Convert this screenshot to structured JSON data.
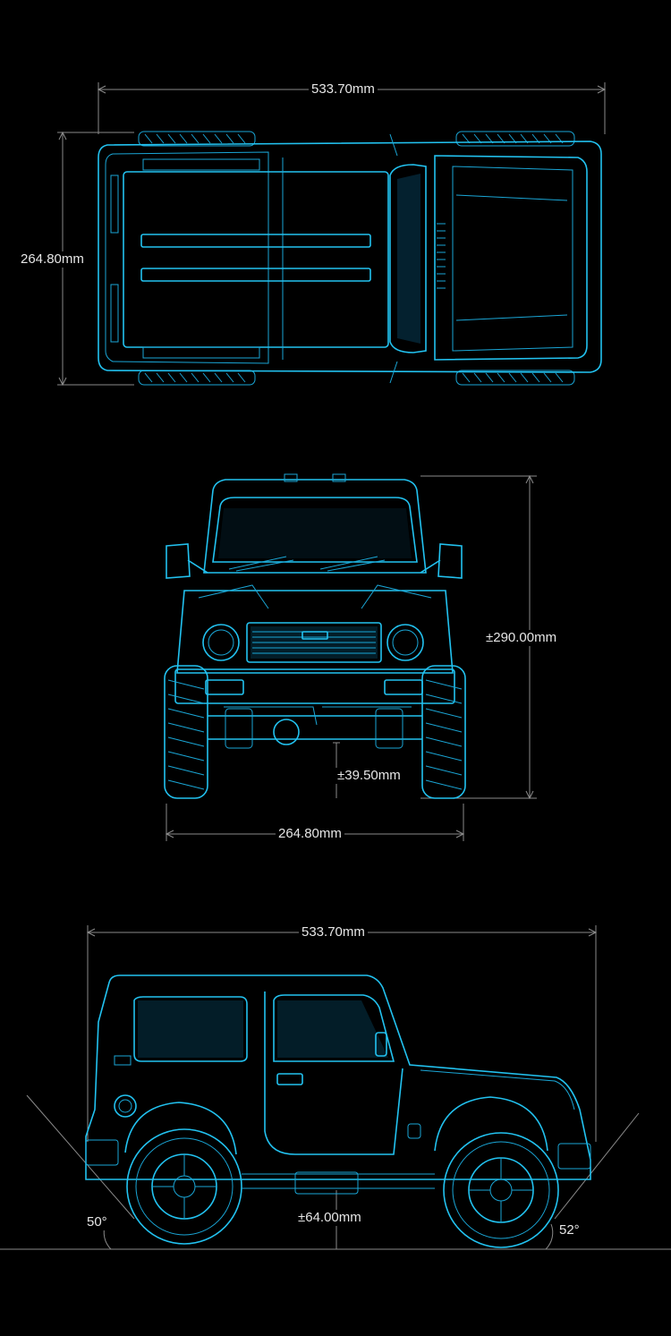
{
  "colors": {
    "background": "#000000",
    "outline": "#1aa6d6",
    "outline_light": "#22c2f0",
    "glass_fill": "#0b5f86",
    "dimension_line": "#8a8a8a",
    "dimension_text": "#e6e6e6"
  },
  "top_view": {
    "length_label": "533.70mm",
    "width_label": "264.80mm"
  },
  "front_view": {
    "height_label": "±290.00mm",
    "clearance_label": "±39.50mm",
    "width_label": "264.80mm"
  },
  "side_view": {
    "length_label": "533.70mm",
    "clearance_label": "±64.00mm",
    "approach_angle_label": "50°",
    "departure_angle_label": "52°"
  }
}
